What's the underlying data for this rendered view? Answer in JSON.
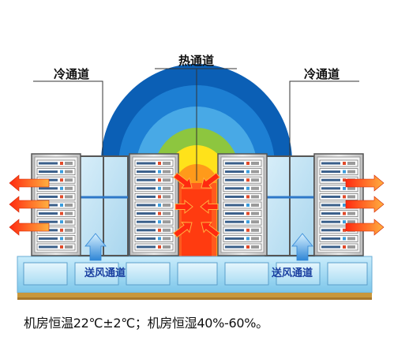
{
  "labels": {
    "hot_aisle": "热通道",
    "cold_aisle_left": "冷通道",
    "cold_aisle_right": "冷通道",
    "supply_air_left": "送风通道",
    "supply_air_right": "送风通道"
  },
  "caption": "机房恒温22℃±2℃；机房恒湿40%-60%。",
  "colors": {
    "hot_core": "#ff3b10",
    "warm_orange": "#ff9a1a",
    "warm_yellow": "#ffe21a",
    "mid_green": "#8dc63f",
    "cool_blue_light": "#48a9e6",
    "cool_blue_mid": "#1d7fd3",
    "cool_blue_dark": "#0b5fb5",
    "rack_gray": "#d9d9d9",
    "floor_blue": "#9fd6f0"
  },
  "icons": {
    "hot_arrow": "red-orange-arrow-icon",
    "cold_arrow": "blue-up-arrow-icon"
  }
}
